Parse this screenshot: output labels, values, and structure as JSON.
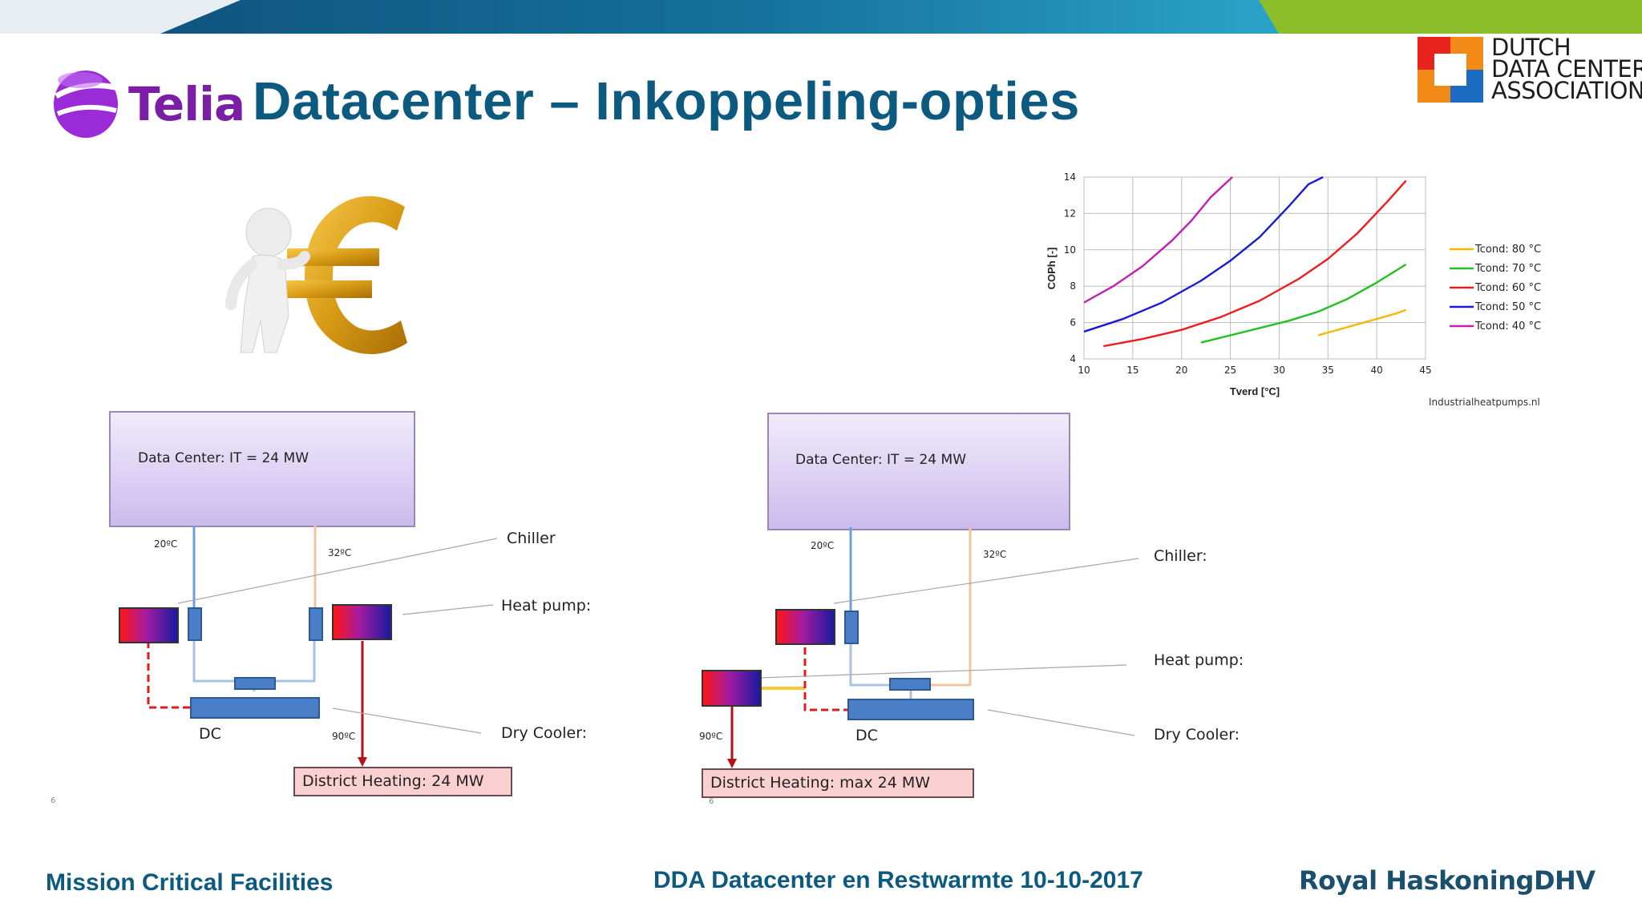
{
  "slide": {
    "title": "Datacenter – Inkoppeling-opties",
    "page_numbers": [
      "6",
      "6"
    ]
  },
  "logos": {
    "telia": "Telia",
    "dda": [
      "DUTCH",
      "DATA CENTER",
      "ASSOCIATION"
    ],
    "royal": "Royal HaskoningDHV"
  },
  "footer": {
    "left": "Mission Critical Facilities",
    "center": "DDA Datacenter en Restwarmte  10-10-2017"
  },
  "diagram_left": {
    "dc_label": "Data Center: IT = 24 MW",
    "temp_supply": "20ºC",
    "temp_return": "32ºC",
    "temp_out": "90ºC",
    "dc": "DC",
    "chiller": "Chiller",
    "heat_pump": "Heat pump:",
    "dry_cooler": "Dry Cooler:",
    "district": "District Heating: 24 MW"
  },
  "diagram_right": {
    "dc_label": "Data Center: IT = 24 MW",
    "temp_supply": "20ºC",
    "temp_return": "32ºC",
    "temp_out": "90ºC",
    "dc": "DC",
    "chiller": "Chiller:",
    "heat_pump": "Heat pump:",
    "dry_cooler": "Dry Cooler:",
    "district": "District Heating: max 24  MW"
  },
  "chart_data": {
    "type": "line",
    "xlabel": "Tverd [°C]",
    "ylabel": "COPh [-]",
    "xlim": [
      10,
      45
    ],
    "ylim": [
      4,
      14
    ],
    "xticks": [
      10,
      15,
      20,
      25,
      30,
      35,
      40,
      45
    ],
    "yticks": [
      4,
      6,
      8,
      10,
      12,
      14
    ],
    "grid": true,
    "legend_position": "right",
    "source": "Industrialheatpumps.nl",
    "series": [
      {
        "name": "Tcond: 80 °C",
        "color": "#f5b800",
        "x": [
          34,
          36,
          38,
          40,
          42,
          43
        ],
        "y": [
          5.3,
          5.6,
          5.9,
          6.2,
          6.5,
          6.7
        ]
      },
      {
        "name": "Tcond: 70 °C",
        "color": "#22c022",
        "x": [
          22,
          25,
          28,
          31,
          34,
          37,
          40,
          43
        ],
        "y": [
          4.9,
          5.3,
          5.7,
          6.1,
          6.6,
          7.3,
          8.2,
          9.2
        ]
      },
      {
        "name": "Tcond: 60 °C",
        "color": "#ee1c1c",
        "x": [
          12,
          16,
          20,
          24,
          28,
          32,
          35,
          38,
          41,
          43
        ],
        "y": [
          4.7,
          5.1,
          5.6,
          6.3,
          7.2,
          8.4,
          9.5,
          10.9,
          12.6,
          13.8
        ]
      },
      {
        "name": "Tcond: 50 °C",
        "color": "#1a1ad6",
        "x": [
          10,
          14,
          18,
          22,
          25,
          28,
          31,
          33,
          34.5
        ],
        "y": [
          5.5,
          6.2,
          7.1,
          8.3,
          9.4,
          10.7,
          12.4,
          13.6,
          14
        ]
      },
      {
        "name": "Tcond: 40 °C",
        "color": "#c020b0",
        "x": [
          10,
          13,
          16,
          19,
          21,
          23,
          25.2
        ],
        "y": [
          7.1,
          8.0,
          9.1,
          10.5,
          11.6,
          12.9,
          14
        ]
      }
    ]
  }
}
